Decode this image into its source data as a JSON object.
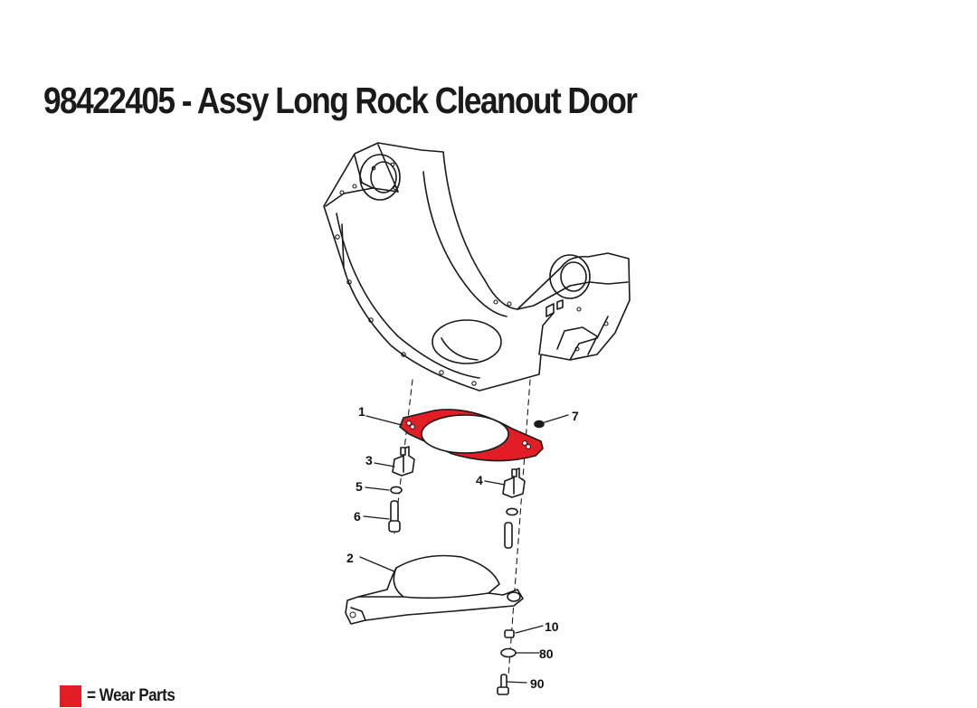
{
  "title": "98422405 - Assy Long Rock Cleanout Door",
  "colors": {
    "wear_part": "#e31d25",
    "line": "#1a1a1a",
    "background": "#ffffff"
  },
  "callouts": {
    "c1": "1",
    "c2": "2",
    "c3": "3",
    "c4": "4",
    "c5": "5",
    "c6": "6",
    "c7": "7",
    "c10": "10",
    "c80": "80",
    "c90": "90"
  },
  "legend": {
    "label": "= Wear Parts"
  }
}
